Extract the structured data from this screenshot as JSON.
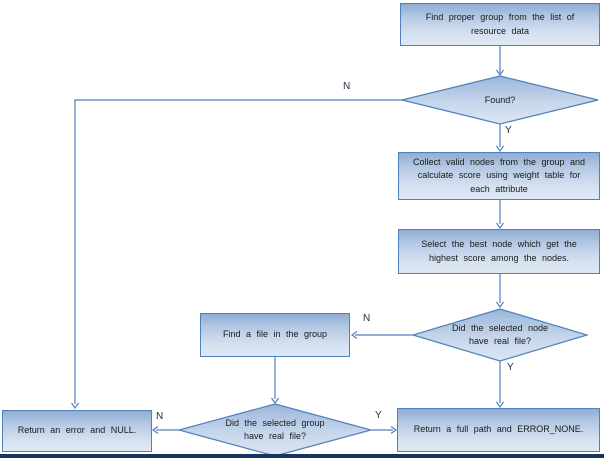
{
  "colors": {
    "shape_border": "#4f81bd",
    "connector": "#4f81bd",
    "shape_gradient_top": "#8fadd3",
    "shape_gradient_bottom": "#dee8f5",
    "node_text": "#1a1a1a",
    "branch_label_text": "#1c2a45",
    "bottom_bar": "#17365d",
    "background": "#ffffff"
  },
  "nodes": {
    "find_group": {
      "label": "Find proper group from the list of resource data"
    },
    "found": {
      "label": "Found?"
    },
    "collect": {
      "label": "Collect valid nodes from the group and calculate score using weight table for each attribute"
    },
    "select_best": {
      "label": "Select the best node which get the highest score among the nodes."
    },
    "node_has_file": {
      "label": "Did the selected node have real file?"
    },
    "find_file": {
      "label": "Find a file in the group"
    },
    "group_has_file": {
      "label": "Did the selected group have real file?"
    },
    "return_error": {
      "label": "Return an error and NULL."
    },
    "return_path": {
      "label": "Return a full path and ERROR_NONE."
    }
  },
  "edge_labels": {
    "found_no": "N",
    "found_yes": "Y",
    "node_no": "N",
    "node_yes": "Y",
    "group_no": "N",
    "group_yes": "Y"
  }
}
